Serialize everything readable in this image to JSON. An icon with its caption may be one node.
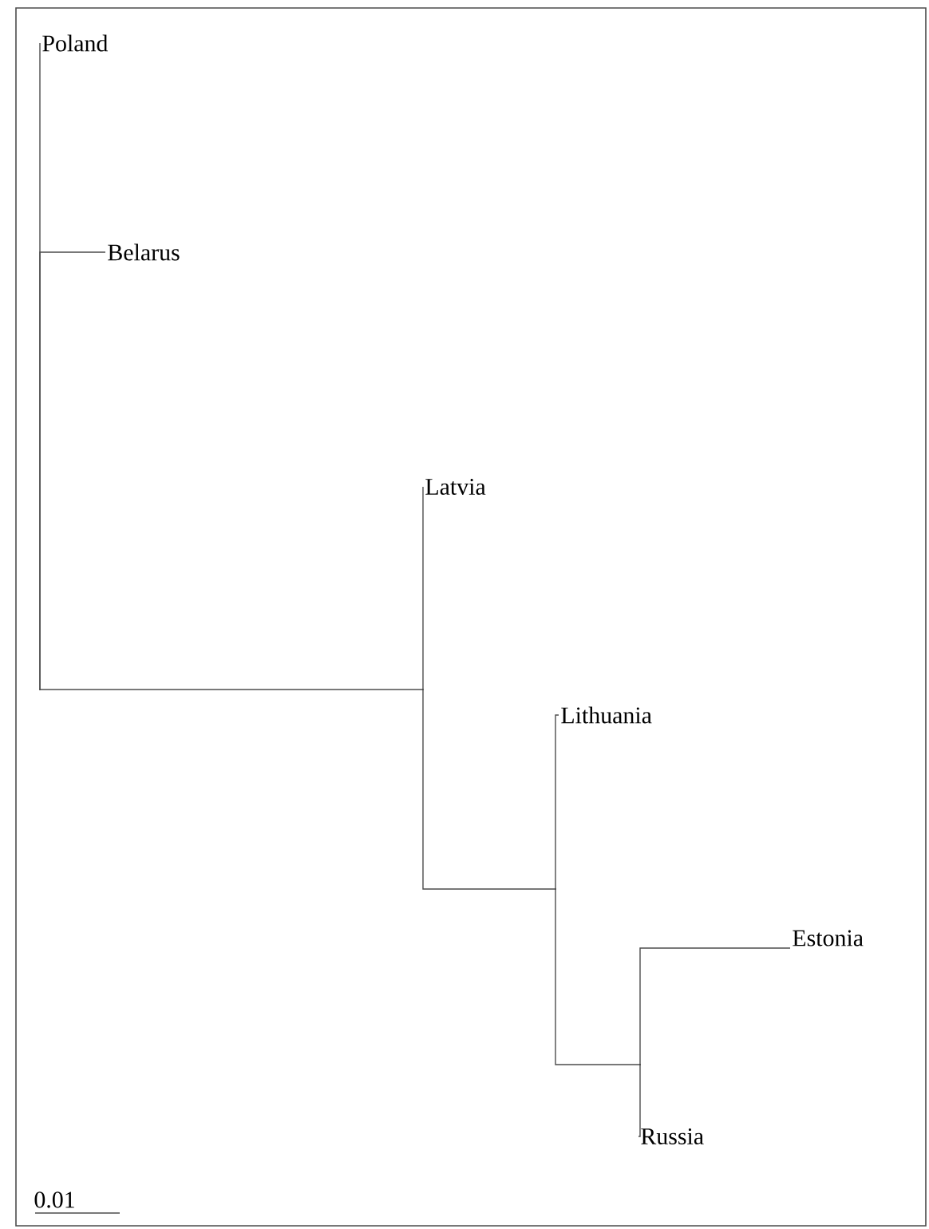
{
  "diagram": {
    "nodes": [
      {
        "text": [
          "Poland"
        ]
      },
      {
        "text": [
          "Belarus"
        ]
      },
      {
        "text": [
          "Latvia"
        ]
      },
      {
        "text": [
          "Lithuania"
        ]
      },
      {
        "text": [
          "Estonia"
        ]
      },
      {
        "text": [
          "Russia"
        ]
      },
      {
        "text": [],
        "shape": "point"
      },
      {
        "text": [],
        "shape": "point"
      },
      {
        "text": [],
        "shape": "point"
      },
      {
        "text": [],
        "shape": "point"
      }
    ],
    "edges": [
      {
        "from": 6,
        "to": 0,
        "arrow": "none"
      },
      {
        "from": 6,
        "to": 1,
        "arrow": "none"
      },
      {
        "from": 6,
        "to": 7,
        "arrow": "none"
      },
      {
        "from": 7,
        "to": 2,
        "arrow": "none"
      },
      {
        "from": 7,
        "to": 8,
        "arrow": "none"
      },
      {
        "from": 8,
        "to": 3,
        "arrow": "none"
      },
      {
        "from": 8,
        "to": 9,
        "arrow": "none"
      },
      {
        "from": 9,
        "to": 4,
        "arrow": "none"
      },
      {
        "from": 9,
        "to": 5,
        "arrow": "none"
      }
    ],
    "labels": [
      "0.01"
    ]
  }
}
